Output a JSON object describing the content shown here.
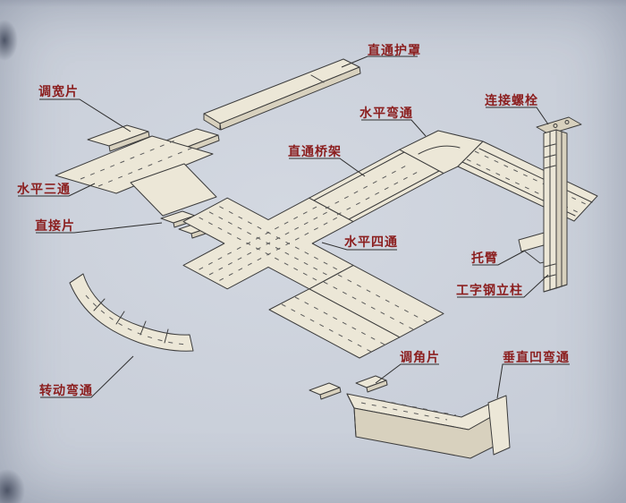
{
  "palette": {
    "paper": "#c6ccd7",
    "ink": "#3c3c3c",
    "tray_fill": "#ece7d7",
    "tray_shade": "#d8d1be",
    "hatch": "#5c5c5c",
    "label_color": "#8b1e1e",
    "leader_color": "#2f2f2f"
  },
  "labels": [
    {
      "id": "straight-cover",
      "text": "直通护罩"
    },
    {
      "id": "width-adjust-piece",
      "text": "调宽片"
    },
    {
      "id": "horizontal-bend",
      "text": "水平弯通"
    },
    {
      "id": "connecting-bolt",
      "text": "连接螺栓"
    },
    {
      "id": "straight-tray",
      "text": "直通桥架"
    },
    {
      "id": "horizontal-tee",
      "text": "水平三通"
    },
    {
      "id": "direct-piece",
      "text": "直接片"
    },
    {
      "id": "horizontal-cross",
      "text": "水平四通"
    },
    {
      "id": "bracket-arm",
      "text": "托臂"
    },
    {
      "id": "i-beam-column",
      "text": "工字钢立柱"
    },
    {
      "id": "angle-adjust-piece",
      "text": "调角片"
    },
    {
      "id": "vertical-concave-bend",
      "text": "垂直凹弯通"
    },
    {
      "id": "rotating-bend",
      "text": "转动弯通"
    }
  ]
}
